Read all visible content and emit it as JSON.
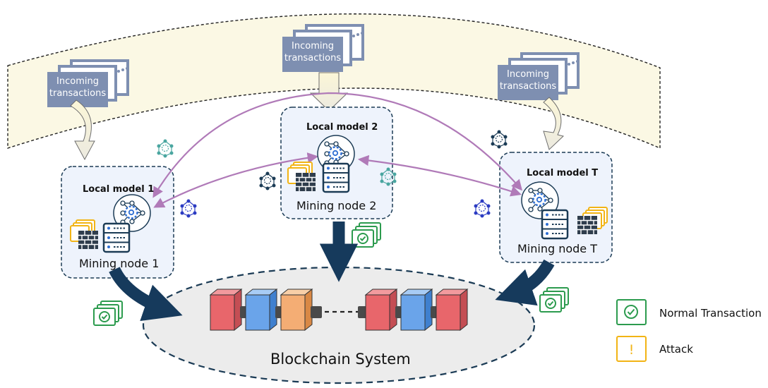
{
  "incoming": {
    "left": [
      "Incoming",
      "transactions"
    ],
    "center": [
      "Incoming",
      "transactions"
    ],
    "right": [
      "Incoming",
      "transactions"
    ]
  },
  "nodes": {
    "n1": {
      "model": "Local model 1",
      "mining": "Mining node 1"
    },
    "n2": {
      "model": "Local model 2",
      "mining": "Mining node 2"
    },
    "nT": {
      "model": "Local model T",
      "mining": "Mining node T"
    }
  },
  "blockchain": {
    "label": "Blockchain System"
  },
  "legend": {
    "normal": "Normal Transaction",
    "attack": "Attack",
    "attack_symbol": "!"
  },
  "colors": {
    "band_fill": "#fbf8e4",
    "node_fill": "#eef3fc",
    "node_border": "#1b3b55",
    "arrow_purple": "#b07ab8",
    "arrow_navy": "#163a5c",
    "tx_card": "#7e8fb1",
    "normal_green": "#2c9b4e",
    "attack_yellow": "#f2b415",
    "block_red": "#e8666b",
    "block_blue": "#6aa4ea",
    "block_orange": "#f4ad74"
  }
}
